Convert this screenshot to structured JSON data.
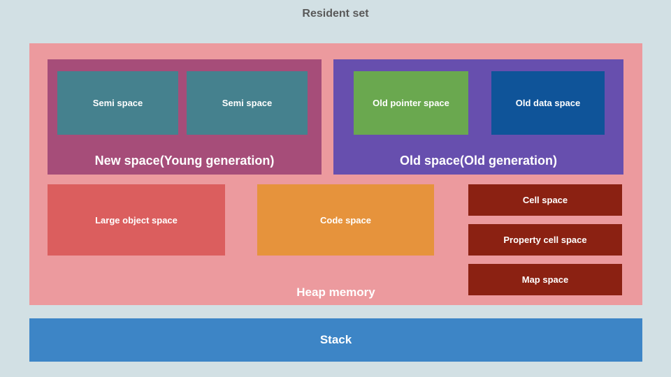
{
  "title": "Resident set",
  "diagram": {
    "heap": {
      "label": "Heap memory",
      "new_space": {
        "label": "New space(Young generation)",
        "children": [
          {
            "label": "Semi space"
          },
          {
            "label": "Semi space"
          }
        ]
      },
      "old_space": {
        "label": "Old space(Old generation)",
        "children": [
          {
            "label": "Old pointer space"
          },
          {
            "label": "Old data space"
          }
        ]
      },
      "large_object_space": {
        "label": "Large object space"
      },
      "code_space": {
        "label": "Code space"
      },
      "side_spaces": [
        {
          "label": "Cell space"
        },
        {
          "label": "Property cell space"
        },
        {
          "label": "Map space"
        }
      ]
    },
    "stack": {
      "label": "Stack"
    }
  },
  "colors": {
    "background": "#d2e0e4",
    "heap": "#ec9a9e",
    "new_space": "#a64d79",
    "semi_space": "#45818e",
    "old_space": "#674fae",
    "old_pointer_space": "#6aa84f",
    "old_data_space": "#0f5499",
    "large_object_space": "#db5e5e",
    "code_space": "#e6933c",
    "cell_space": "#8b2112",
    "stack": "#3d85c6",
    "title_text": "#595959",
    "label_text": "#ffffff"
  }
}
